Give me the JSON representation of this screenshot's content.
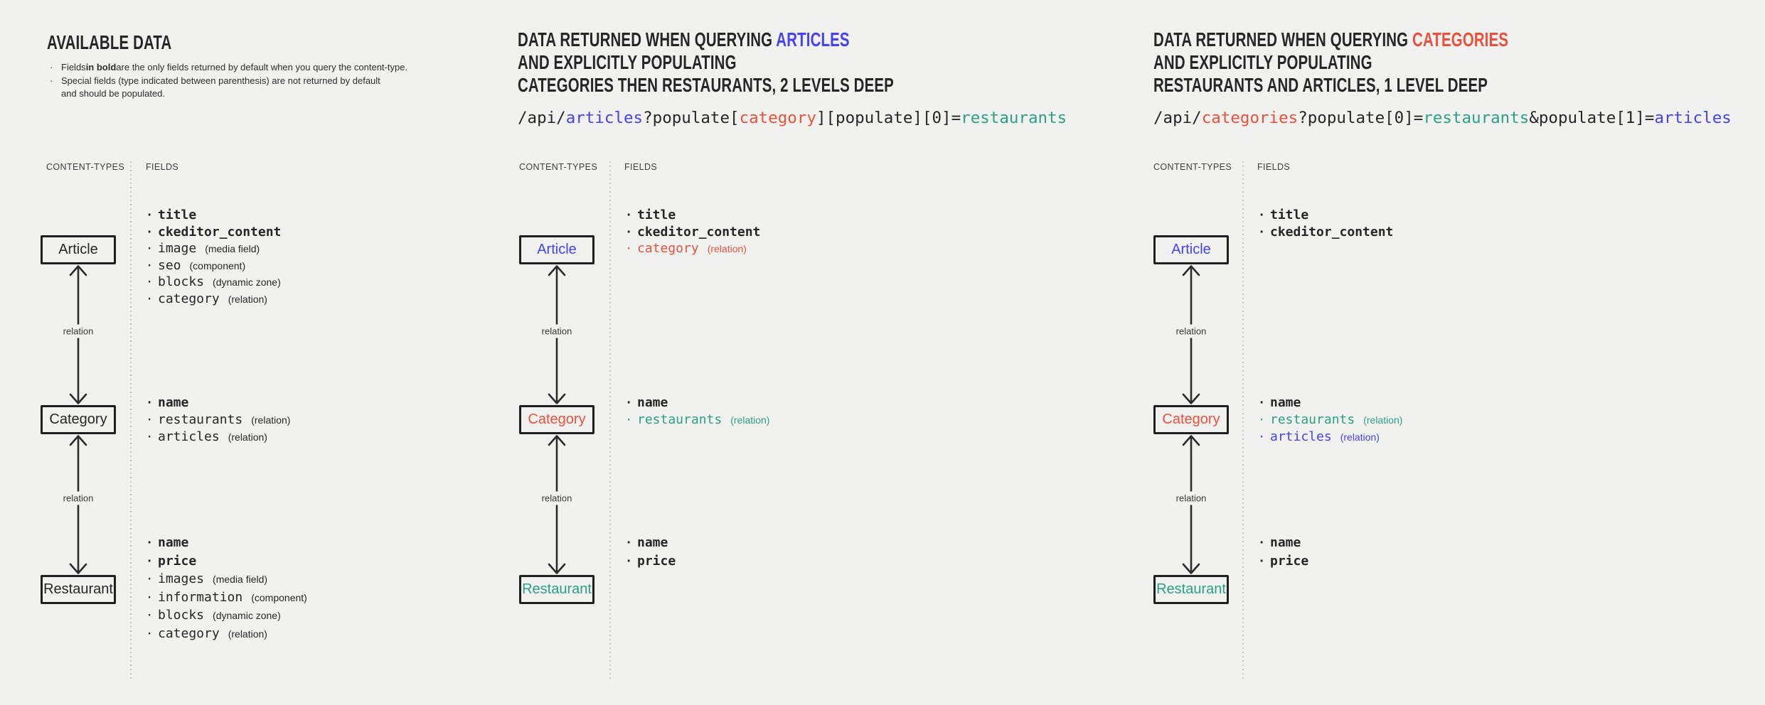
{
  "colors": {
    "dark": "#262626",
    "blue": "#4642ee",
    "red": "#e8523c",
    "teal": "#2aa185",
    "background": "#f1f1ef",
    "box_border": "#1f1f1f",
    "arrow": "#2b2b2b",
    "separator_dots": "#c7c7c5"
  },
  "columns": [
    {
      "name": "available-data",
      "header": {
        "type": "notes",
        "title": "AVAILABLE DATA",
        "notes": [
          {
            "indent": false,
            "segments": [
              {
                "text": "Fields "
              },
              {
                "text": "in bold",
                "bold": true
              },
              {
                "text": " are the only fields returned by default when you query the content-type."
              }
            ]
          },
          {
            "indent": false,
            "segments": [
              {
                "text": "Special fields (type indicated between parenthesis) are not returned by default"
              }
            ]
          },
          {
            "indent": true,
            "segments": [
              {
                "text": "and should be populated."
              }
            ]
          }
        ]
      },
      "diagram": {
        "content_types_label": "CONTENT-TYPES",
        "fields_label": "FIELDS",
        "relation_label": "relation",
        "boxes": [
          {
            "label": "Article",
            "color": "dark"
          },
          {
            "label": "Category",
            "color": "dark"
          },
          {
            "label": "Restaurant",
            "color": "dark"
          }
        ],
        "field_groups": [
          [
            {
              "name": "title",
              "bold": true,
              "color": "dark"
            },
            {
              "name": "ckeditor_content",
              "bold": true,
              "color": "dark"
            },
            {
              "name": "image",
              "annotation": "(media field)",
              "color": "dark"
            },
            {
              "name": "seo",
              "annotation": "(component)",
              "color": "dark"
            },
            {
              "name": "blocks",
              "annotation": "(dynamic zone)",
              "color": "dark"
            },
            {
              "name": "category",
              "annotation": "(relation)",
              "color": "dark"
            }
          ],
          [
            {
              "name": "name",
              "bold": true,
              "color": "dark"
            },
            {
              "name": "restaurants",
              "annotation": "(relation)",
              "color": "dark"
            },
            {
              "name": "articles",
              "annotation": "(relation)",
              "color": "dark"
            }
          ],
          [
            {
              "name": "name",
              "bold": true,
              "color": "dark"
            },
            {
              "name": "price",
              "bold": true,
              "color": "dark"
            },
            {
              "name": "images",
              "annotation": "(media field)",
              "color": "dark"
            },
            {
              "name": "information",
              "annotation": "(component)",
              "color": "dark"
            },
            {
              "name": "blocks",
              "annotation": "(dynamic zone)",
              "color": "dark"
            },
            {
              "name": "category",
              "annotation": "(relation)",
              "color": "dark"
            }
          ]
        ]
      }
    },
    {
      "name": "query-articles",
      "header": {
        "type": "query",
        "heading_lines": [
          [
            {
              "text": "DATA RETURNED WHEN QUERYING ",
              "color": "dark"
            },
            {
              "text": "ARTICLES",
              "color": "blue"
            }
          ],
          [
            {
              "text": "AND EXPLICITLY POPULATING",
              "color": "dark"
            }
          ],
          [
            {
              "text": "CATEGORIES THEN RESTAURANTS, 2 LEVELS DEEP",
              "color": "dark"
            }
          ]
        ],
        "code_segments": [
          {
            "text": "/api/",
            "color": "dark"
          },
          {
            "text": "articles",
            "color": "blue"
          },
          {
            "text": "?populate[",
            "color": "dark"
          },
          {
            "text": "category",
            "color": "red"
          },
          {
            "text": "][populate][0]=",
            "color": "dark"
          },
          {
            "text": "restaurants",
            "color": "teal"
          }
        ]
      },
      "diagram": {
        "content_types_label": "CONTENT-TYPES",
        "fields_label": "FIELDS",
        "relation_label": "relation",
        "boxes": [
          {
            "label": "Article",
            "color": "blue"
          },
          {
            "label": "Category",
            "color": "red"
          },
          {
            "label": "Restaurant",
            "color": "teal"
          }
        ],
        "field_groups": [
          [
            {
              "name": "title",
              "bold": true,
              "color": "dark"
            },
            {
              "name": "ckeditor_content",
              "bold": true,
              "color": "dark"
            },
            {
              "name": "category",
              "annotation": "(relation)",
              "color": "red"
            }
          ],
          [
            {
              "name": "name",
              "bold": true,
              "color": "dark"
            },
            {
              "name": "restaurants",
              "annotation": "(relation)",
              "color": "teal"
            }
          ],
          [
            {
              "name": "name",
              "bold": true,
              "color": "dark"
            },
            {
              "name": "price",
              "bold": true,
              "color": "dark"
            }
          ]
        ]
      }
    },
    {
      "name": "query-categories",
      "header": {
        "type": "query",
        "heading_lines": [
          [
            {
              "text": "DATA RETURNED WHEN QUERYING ",
              "color": "dark"
            },
            {
              "text": "CATEGORIES",
              "color": "red"
            }
          ],
          [
            {
              "text": "AND EXPLICITLY POPULATING",
              "color": "dark"
            }
          ],
          [
            {
              "text": "RESTAURANTS AND ARTICLES, 1 LEVEL DEEP",
              "color": "dark"
            }
          ]
        ],
        "code_segments": [
          {
            "text": "/api/",
            "color": "dark"
          },
          {
            "text": "categories",
            "color": "red"
          },
          {
            "text": "?populate[0]=",
            "color": "dark"
          },
          {
            "text": "restaurants",
            "color": "teal"
          },
          {
            "text": "&populate[1]=",
            "color": "dark"
          },
          {
            "text": "articles",
            "color": "blue"
          }
        ]
      },
      "diagram": {
        "content_types_label": "CONTENT-TYPES",
        "fields_label": "FIELDS",
        "relation_label": "relation",
        "boxes": [
          {
            "label": "Article",
            "color": "blue"
          },
          {
            "label": "Category",
            "color": "red"
          },
          {
            "label": "Restaurant",
            "color": "teal"
          }
        ],
        "field_groups": [
          [
            {
              "name": "title",
              "bold": true,
              "color": "dark"
            },
            {
              "name": "ckeditor_content",
              "bold": true,
              "color": "dark"
            }
          ],
          [
            {
              "name": "name",
              "bold": true,
              "color": "dark"
            },
            {
              "name": "restaurants",
              "annotation": "(relation)",
              "color": "teal"
            },
            {
              "name": "articles",
              "annotation": "(relation)",
              "color": "blue"
            }
          ],
          [
            {
              "name": "name",
              "bold": true,
              "color": "dark"
            },
            {
              "name": "price",
              "bold": true,
              "color": "dark"
            }
          ]
        ]
      }
    }
  ]
}
